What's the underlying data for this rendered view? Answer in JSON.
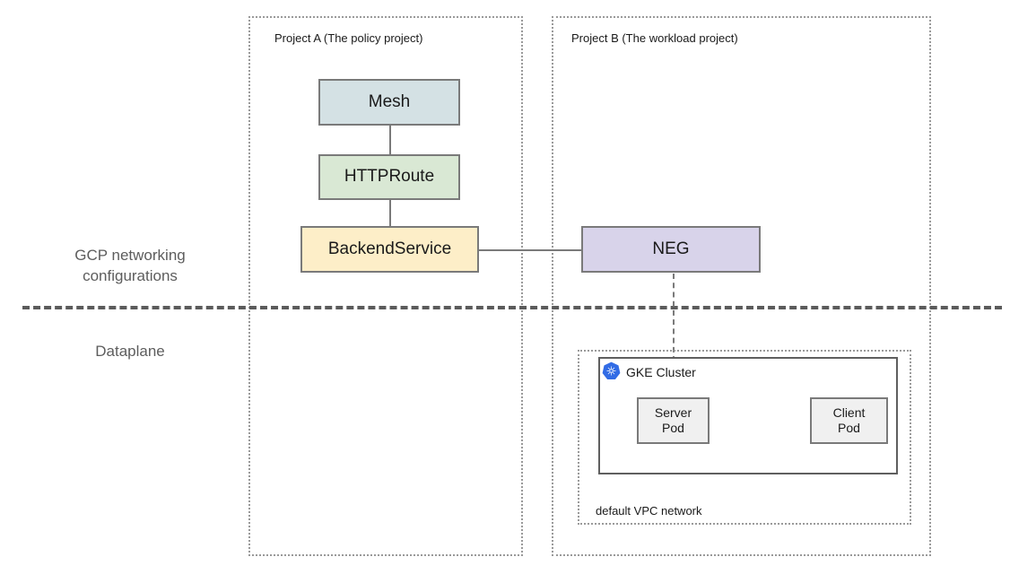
{
  "diagram": {
    "title": "GCP service mesh cross-project networking diagram",
    "colors": {
      "mesh_fill": "#d4e1e4",
      "httproute_fill": "#d9e8d4",
      "backendservice_fill": "#fdeec8",
      "neg_fill": "#d8d3ea",
      "pod_fill": "#f0f0f0",
      "node_stroke": "#7a7a7a",
      "cluster_stroke": "#5f5f5f",
      "dotted_stroke": "#9a9a9a",
      "separator_stroke": "#5b5b5b",
      "kubernetes_blue": "#326ce5",
      "side_label_text": "#5d5d5d"
    },
    "side_labels": {
      "networking": "GCP networking\nconfigurations",
      "dataplane": "Dataplane"
    },
    "projects": [
      {
        "id": "project-a",
        "label": "Project A (The policy project)"
      },
      {
        "id": "project-b",
        "label": "Project B (The workload project)"
      }
    ],
    "nodes": {
      "mesh": "Mesh",
      "httproute": "HTTPRoute",
      "backendservice": "BackendService",
      "neg": "NEG",
      "server_pod": "Server\nPod",
      "client_pod": "Client\nPod"
    },
    "cluster": {
      "label": "GKE Cluster",
      "icon": "kubernetes-icon"
    },
    "vpc": {
      "label": "default VPC network"
    }
  }
}
